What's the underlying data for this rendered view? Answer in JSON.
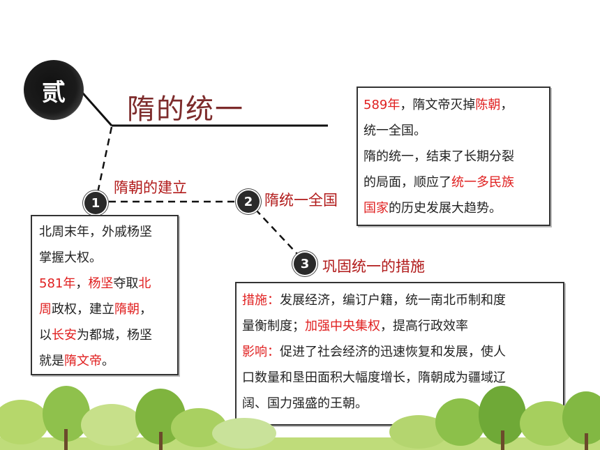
{
  "badge": {
    "char": "贰"
  },
  "title": "隋的统一",
  "steps": [
    {
      "num": "1",
      "label": "隋朝的建立"
    },
    {
      "num": "2",
      "label": "隋统一全国"
    },
    {
      "num": "3",
      "label": "巩固统一的措施"
    }
  ],
  "box1": {
    "l1": "北周末年，外戚杨坚",
    "l2": "掌握大权。",
    "l3a": "581年",
    "l3b": "，",
    "l3c": "杨坚",
    "l3d": "夺取",
    "l3e": "北",
    "l4a": "周",
    "l4b": "政权，建立",
    "l4c": "隋朝",
    "l4d": "，",
    "l5a": "以",
    "l5b": "长安",
    "l5c": "为都城，杨坚",
    "l6a": "就是",
    "l6b": "隋文帝",
    "l6c": "。"
  },
  "box2": {
    "l1a": "589年",
    "l1b": "，隋文帝灭掉",
    "l1c": "陈朝",
    "l1d": "，",
    "l2": "统一全国。",
    "l3": "隋的统一，结束了长期分裂",
    "l4a": "的局面，顺应了",
    "l4b": "统一多民族",
    "l5a": "国家",
    "l5b": "的历史发展大趋势。"
  },
  "box3": {
    "l1a": "措施：",
    "l1b": "发展经济，编订户籍，统一南北币制和度",
    "l2a": "量衡制度；",
    "l2b": "加强中央集权",
    "l2c": "，提高行政效率",
    "l3a": "影响：",
    "l3b": "促进了社会经济的迅速恢复和发展，使人",
    "l4": "口数量和垦田面积大幅度增长，隋朝成为疆域辽",
    "l5": "阔、国力强盛的王朝。"
  }
}
